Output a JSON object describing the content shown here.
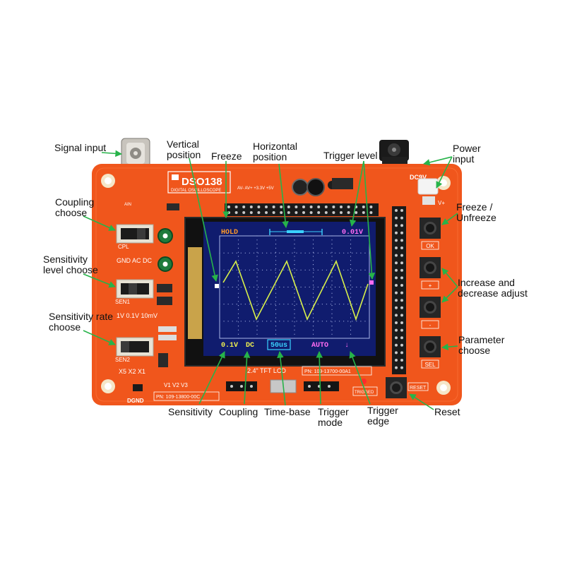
{
  "colors": {
    "pcb": "#f0561c",
    "pcb_dark": "#c9400f",
    "silk": "#ffffff",
    "lcd_bezel": "#111111",
    "screen_bg": "#101c6e",
    "grid": "#a8b4e6",
    "trace": "#d8f04a",
    "osd_orange": "#ff9a2a",
    "osd_yellow": "#f0f050",
    "osd_cyan": "#3ad2ff",
    "osd_magenta": "#ff6cf2",
    "osd_green": "#7cf03a",
    "arrow": "#27b34a",
    "label": "#111111"
  },
  "annotations": {
    "signal_input": "Signal input",
    "vertical_position": "Vertical\nposition",
    "freeze": "Freeze",
    "horizontal_position": "Horizontal\nposition",
    "trigger_level": "Trigger level",
    "power_input": "Power\ninput",
    "coupling_choose": "Coupling\nchoose",
    "freeze_unfreeze": "Freeze /\nUnfreeze",
    "sensitivity_level_choose": "Sensitivity\nlevel choose",
    "increase_decrease": "Increase and\ndecrease adjust",
    "sensitivity_rate_choose": "Sensitivity rate\nchoose",
    "parameter_choose": "Parameter\nchoose",
    "sensitivity": "Sensitivity",
    "coupling": "Coupling",
    "time_base": "Time-base",
    "trigger_mode": "Trigger\nmode",
    "trigger_edge": "Trigger\nedge",
    "reset": "Reset"
  },
  "board": {
    "model": "DSO138",
    "subtitle": "DIGITAL OSCILLOSCOPE",
    "power_label": "DC9V",
    "vplus": "V+",
    "ain": "AIN",
    "cpl": "CPL",
    "sen1": "SEN1",
    "sen2": "SEN2",
    "coupling_modes": "GND  AC  DC",
    "sen1_levels": "1V  0.1V  10mV",
    "sen2_levels": "X5  X2  X1",
    "v_labels": "V1   V2   V3",
    "lcd_label": "2.4\" TFT LCD",
    "pn_lcd": "PN: 109-13700-00A1",
    "pn_board": "PN: 109-13800-00C",
    "dgnd": "DGND",
    "rail_label": "AV-  AV+ +3.3V +5V",
    "buttons": [
      "OK",
      "+",
      "-",
      "SEL"
    ],
    "reset_label": "RESET",
    "trigger_label": "TRIGGED"
  },
  "screen": {
    "status": "HOLD",
    "trigger_level": "0.01V",
    "sensitivity": "0.1V",
    "coupling": "DC",
    "timebase": "50us",
    "trigger_mode": "AUTO",
    "trigger_edge": "↓"
  }
}
